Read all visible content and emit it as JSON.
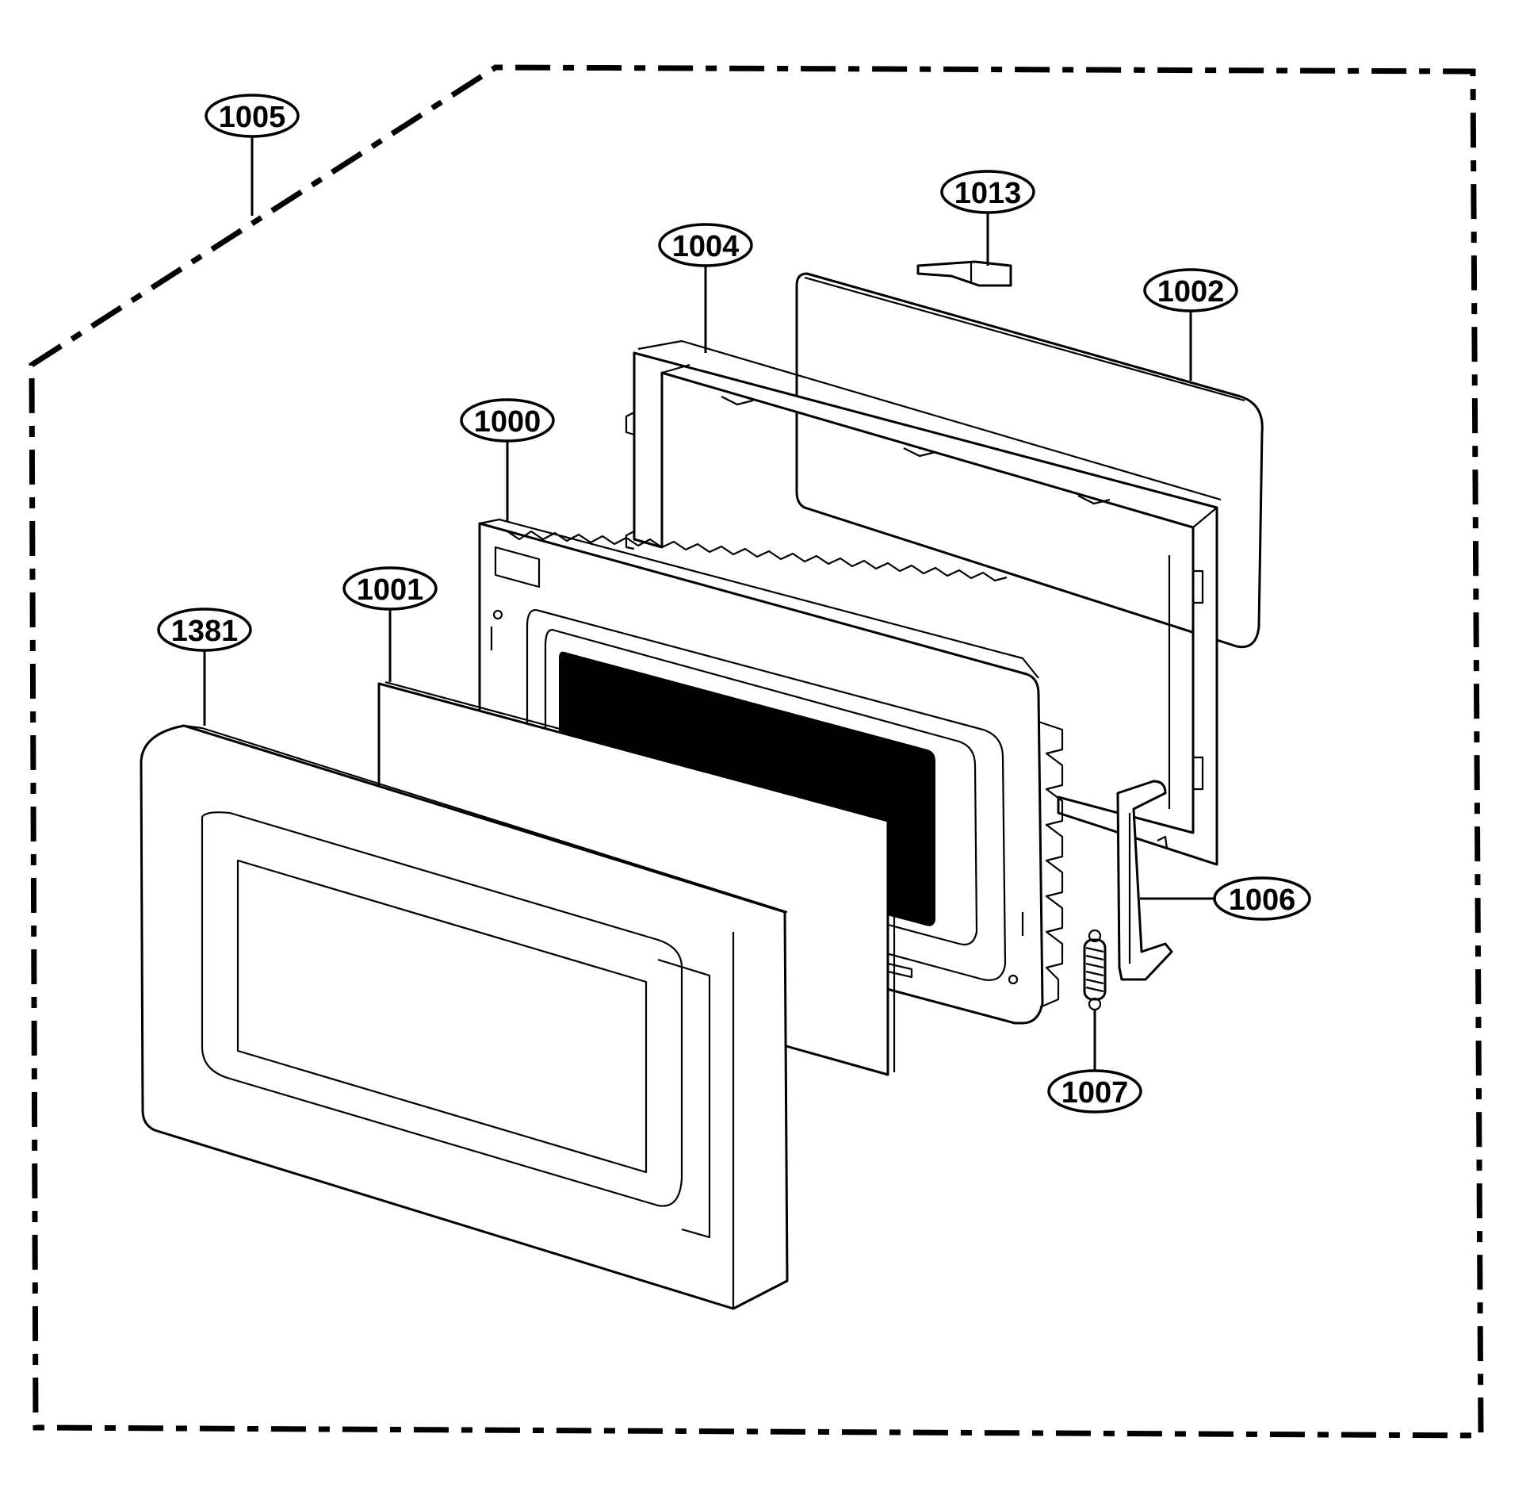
{
  "callouts": [
    {
      "id": "c1005",
      "label": "1005"
    },
    {
      "id": "c1013",
      "label": "1013"
    },
    {
      "id": "c1004",
      "label": "1004"
    },
    {
      "id": "c1002",
      "label": "1002"
    },
    {
      "id": "c1000",
      "label": "1000"
    },
    {
      "id": "c1001",
      "label": "1001"
    },
    {
      "id": "c1381",
      "label": "1381"
    },
    {
      "id": "c1006",
      "label": "1006"
    },
    {
      "id": "c1007",
      "label": "1007"
    }
  ]
}
